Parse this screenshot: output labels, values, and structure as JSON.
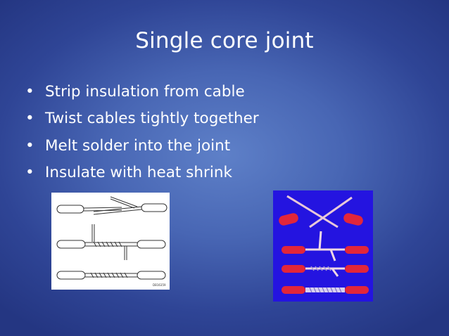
{
  "title": "Single core joint",
  "bullet_glyph": "•",
  "bullets": [
    "Strip insulation from cable",
    "Twist cables tightly together",
    "Melt solder into the joint",
    "Insulate with heat shrink"
  ],
  "figure_left": {
    "caption": "DB16359"
  },
  "figure_right": {}
}
